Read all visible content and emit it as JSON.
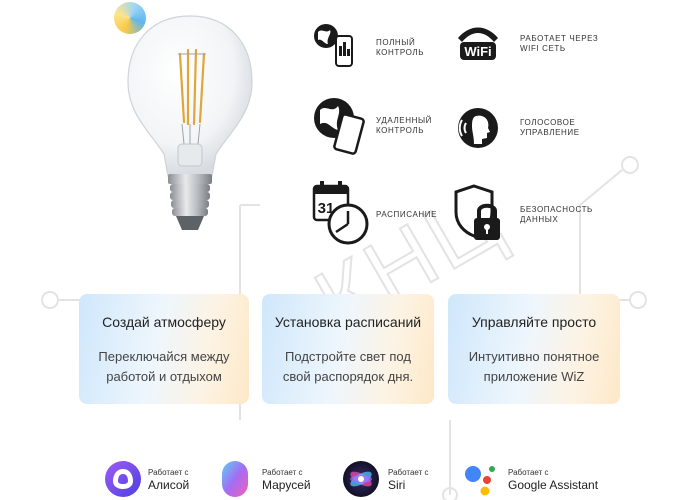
{
  "features": [
    {
      "icon": "globe-phone-icon",
      "line1": "ПОЛНЫЙ",
      "line2": "КОНТРОЛЬ"
    },
    {
      "icon": "wifi-icon",
      "line1": "РАБОТАЕТ ЧЕРЕЗ",
      "line2": "WIFI СЕТЬ",
      "badge": "WiFi"
    },
    {
      "icon": "earth-phone-icon",
      "line1": "УДАЛЕННЫЙ",
      "line2": "КОНТРОЛЬ"
    },
    {
      "icon": "voice-head-icon",
      "line1": "ГОЛОСОВОЕ",
      "line2": "УПРАВЛЕНИЕ"
    },
    {
      "icon": "calendar-clock-icon",
      "line1": "РАСПИСАНИЕ",
      "line2": "",
      "calendar_number": "31"
    },
    {
      "icon": "shield-lock-icon",
      "line1": "БЕЗОПАСНОСТЬ",
      "line2": "ДАННЫХ"
    }
  ],
  "watermark": "КНЦ",
  "cards": [
    {
      "title": "Создай атмосферу",
      "text": "Переключайся между работой и отдыхом"
    },
    {
      "title": "Установка расписаний",
      "text": "Подстройте свет под свой распорядок дня."
    },
    {
      "title": "Управляйте просто",
      "text": "Интуитивно понятное приложение WiZ"
    }
  ],
  "assistants": [
    {
      "small": "Работает с",
      "name": "Алисой",
      "icon": "alice-icon"
    },
    {
      "small": "Работает с",
      "name": "Марусей",
      "icon": "marusya-icon"
    },
    {
      "small": "Работает с",
      "name": "Siri",
      "icon": "siri-icon"
    },
    {
      "small": "Работает с",
      "name": "Google Assistant",
      "icon": "google-assistant-icon"
    }
  ],
  "colors": {
    "card_blue": "#cfe7fb",
    "card_warm": "#fde8c7",
    "icon_dark": "#1a1a1a",
    "alice": "#7b4ff0",
    "google_blue": "#4285f4",
    "google_red": "#ea4335",
    "google_yellow": "#fbbc05",
    "google_green": "#34a853"
  }
}
